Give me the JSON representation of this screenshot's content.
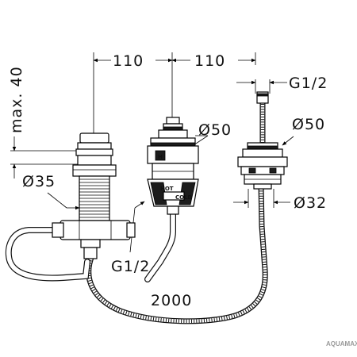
{
  "dimensions": {
    "width_left": "110",
    "width_right": "110",
    "max_depth": "max. 40",
    "thread_top": "G1/2",
    "thread_bottom": "G1/2",
    "dia_center": "Ø50",
    "dia_right": "Ø50",
    "dia_left": "Ø35",
    "dia_right_small": "Ø32",
    "hose_length": "2000"
  },
  "valve_labels": {
    "hot": "HOT",
    "cold": "COLD",
    "h_mark": "H"
  },
  "watermark": {
    "brand": "AQUAMAX"
  }
}
